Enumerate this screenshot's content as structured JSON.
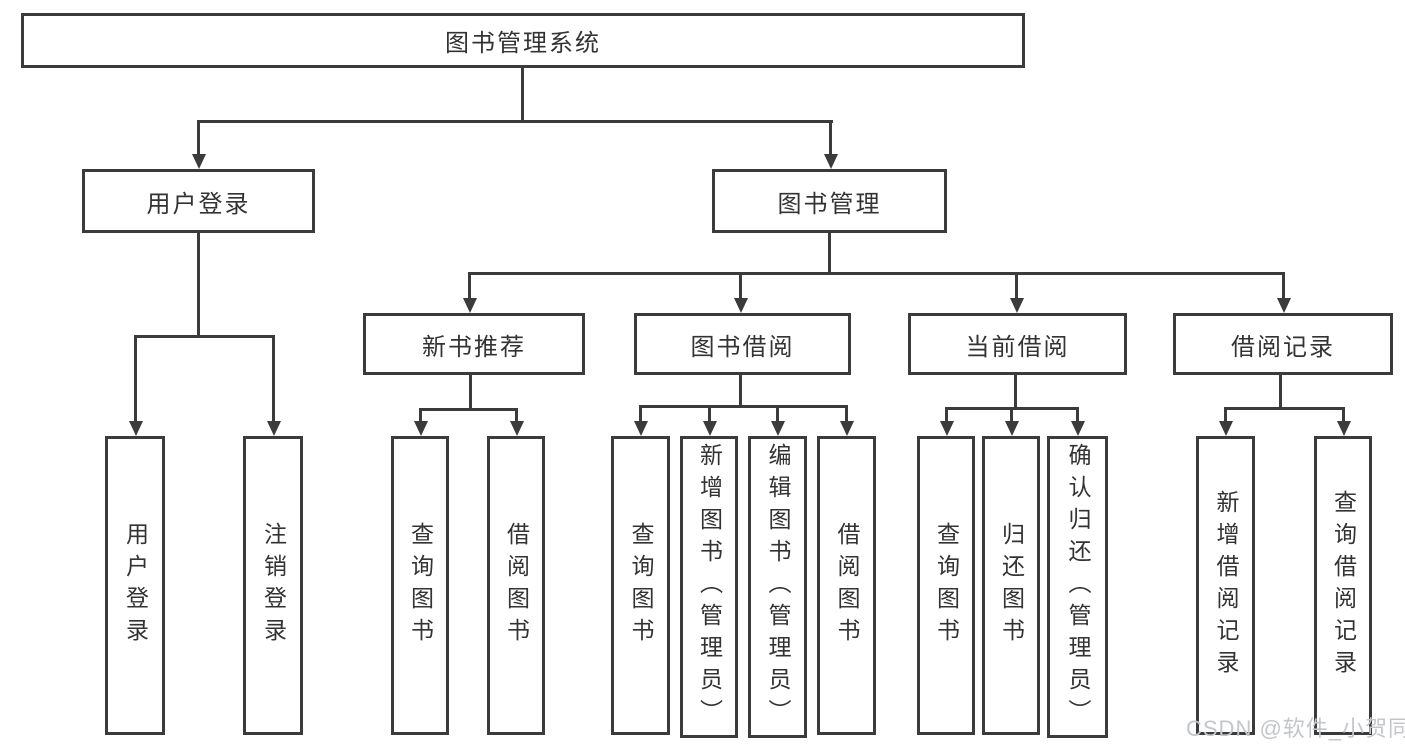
{
  "tree": {
    "label": "图书管理系统",
    "children": [
      {
        "label": "用户登录",
        "children": [
          {
            "label": "用户登录"
          },
          {
            "label": "注销登录"
          }
        ]
      },
      {
        "label": "图书管理",
        "children": [
          {
            "label": "新书推荐",
            "children": [
              {
                "label": "查询图书"
              },
              {
                "label": "借阅图书"
              }
            ]
          },
          {
            "label": "图书借阅",
            "children": [
              {
                "label": "查询图书"
              },
              {
                "label": "新增图书（管理员）"
              },
              {
                "label": "编辑图书（管理员）"
              },
              {
                "label": "借阅图书"
              }
            ]
          },
          {
            "label": "当前借阅",
            "children": [
              {
                "label": "查询图书"
              },
              {
                "label": "归还图书"
              },
              {
                "label": "确认归还（管理员）"
              }
            ]
          },
          {
            "label": "借阅记录",
            "children": [
              {
                "label": "新增借阅记录"
              },
              {
                "label": "查询借阅记录"
              }
            ]
          }
        ]
      }
    ]
  },
  "watermark": {
    "text": "CSDN @软件_小贺同学"
  },
  "colors": {
    "line": "#3b3b3b",
    "text": "#333333",
    "background": "#ffffff",
    "watermark": "#c3c6ca"
  }
}
